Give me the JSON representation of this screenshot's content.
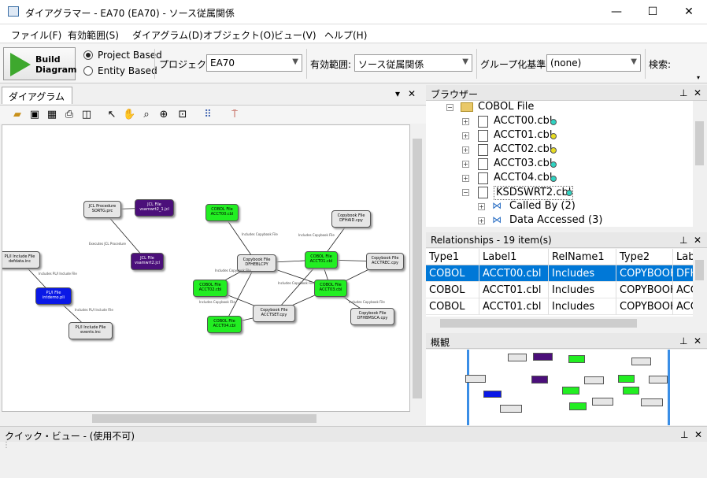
{
  "window": {
    "title": "ダイアグラマー - EA70 (EA70) - ソース従属関係",
    "minimize": "—",
    "maximize": "☐",
    "close": "✕"
  },
  "menu": [
    "ファイル(F)",
    "有効範囲(S)",
    "ダイアグラム(D)",
    "オブジェクト(O)",
    "ビュー(V)",
    "ヘルプ(H)"
  ],
  "toolbar": {
    "build_label": "Build\nDiagram",
    "radio_project": "Project Based",
    "radio_entity": "Entity Based",
    "project_label": "プロジェクト:",
    "project_value": "EA70",
    "scope_label": "有効範囲:",
    "scope_value": "ソース従属関係",
    "group_label": "グループ化基準:",
    "group_value": "(none)",
    "search_label": "検索:"
  },
  "diagram": {
    "tab": "ダイアグラム",
    "pin": "▾",
    "close": "✕",
    "nodes": [
      {
        "id": "n1",
        "l1": "JCL Procedure",
        "l2": "SORTG.prc",
        "fill": "#e6e6e6",
        "tc": "#000"
      },
      {
        "id": "n2",
        "l1": "JCL File",
        "l2": "vsamwrt2_1.jcl",
        "fill": "#4b0f7a",
        "tc": "#fff"
      },
      {
        "id": "n3",
        "l1": "JCL File",
        "l2": "vsamwrt2.jcl",
        "fill": "#4b0f7a",
        "tc": "#fff"
      },
      {
        "id": "n4",
        "l1": "PL/I Include File",
        "l2": "defdata.inc",
        "fill": "#e6e6e6",
        "tc": "#000"
      },
      {
        "id": "n5",
        "l1": "PL/I File",
        "l2": "intdemo.pli",
        "fill": "#0a18e6",
        "tc": "#fff"
      },
      {
        "id": "n6",
        "l1": "PL/I Include File",
        "l2": "events.inc",
        "fill": "#e6e6e6",
        "tc": "#000"
      },
      {
        "id": "n7",
        "l1": "COBOL File",
        "l2": "ACCT00.cbl",
        "fill": "#22ee22",
        "tc": "#000"
      },
      {
        "id": "n8",
        "l1": "Copybook File",
        "l2": "DFHAID.cpy",
        "fill": "#e6e6e6",
        "tc": "#000"
      },
      {
        "id": "n9",
        "l1": "Copybook File",
        "l2": "DFHEBLCPY",
        "fill": "#e6e6e6",
        "tc": "#000"
      },
      {
        "id": "n10",
        "l1": "COBOL File",
        "l2": "ACCT01.cbl",
        "fill": "#22ee22",
        "tc": "#000"
      },
      {
        "id": "n11",
        "l1": "Copybook File",
        "l2": "ACCTREC.cpy",
        "fill": "#e6e6e6",
        "tc": "#000"
      },
      {
        "id": "n12",
        "l1": "COBOL File",
        "l2": "ACCT02.cbl",
        "fill": "#22ee22",
        "tc": "#000"
      },
      {
        "id": "n13",
        "l1": "COBOL File",
        "l2": "ACCT03.cbl",
        "fill": "#22ee22",
        "tc": "#000"
      },
      {
        "id": "n14",
        "l1": "Copybook File",
        "l2": "ACCTSET.cpy",
        "fill": "#e6e6e6",
        "tc": "#000"
      },
      {
        "id": "n15",
        "l1": "Copybook File",
        "l2": "DFHBMSCA.cpy",
        "fill": "#e6e6e6",
        "tc": "#000"
      },
      {
        "id": "n16",
        "l1": "COBOL File",
        "l2": "ACCT04.cbl",
        "fill": "#22ee22",
        "tc": "#000"
      }
    ],
    "edge_labels": {
      "jcl": "Executes JCL Procedure",
      "pli": "Includes PL/I Include File",
      "cpy": "Includes Copybook File"
    }
  },
  "browser": {
    "title": "ブラウザー",
    "root": "COBOL File",
    "items": [
      {
        "name": "ACCT00.cbl",
        "dot": "#2fd3c2"
      },
      {
        "name": "ACCT01.cbl",
        "dot": "#e7dc22"
      },
      {
        "name": "ACCT02.cbl",
        "dot": "#e7dc22"
      },
      {
        "name": "ACCT03.cbl",
        "dot": "#2fd3c2"
      },
      {
        "name": "ACCT04.cbl",
        "dot": "#2fd3c2"
      },
      {
        "name": "KSDSWRT2.cbl",
        "dot": "#2fd3c2"
      }
    ],
    "children": [
      "Called By (2)",
      "Data Accessed (3)"
    ]
  },
  "relationships": {
    "title": "Relationships - 19 item(s)",
    "columns": [
      "Type1",
      "Label1",
      "RelName1",
      "Type2",
      "Lab"
    ],
    "rows": [
      [
        "COBOL",
        "ACCT00.cbl",
        "Includes",
        "COPYBOOK",
        "DFH"
      ],
      [
        "COBOL",
        "ACCT01.cbl",
        "Includes",
        "COPYBOOK",
        "ACC"
      ],
      [
        "COBOL",
        "ACCT01.cbl",
        "Includes",
        "COPYBOOK",
        "ACC"
      ]
    ]
  },
  "overview": {
    "title": "概観"
  },
  "quickview": {
    "title": "クイック・ビュー - (使用不可)"
  },
  "icons": {
    "pin": "pin-icon",
    "close": "close-icon"
  }
}
